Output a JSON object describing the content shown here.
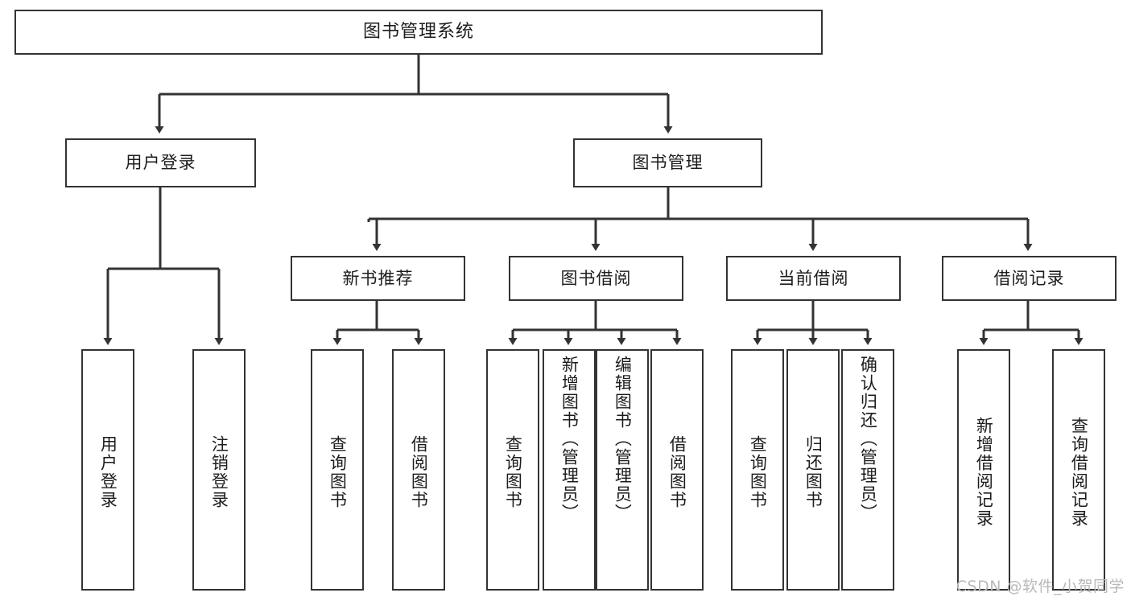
{
  "diagram": {
    "title": "图书管理系统",
    "type": "tree",
    "watermark": "CSDN @软件_小贺同学",
    "colors": {
      "stroke": "#333333",
      "fill": "#ffffff",
      "text": "#1c1c1c",
      "watermark": "#b9b9b9"
    },
    "root": {
      "label": "图书管理系统"
    },
    "level2": [
      {
        "id": "user-login",
        "label": "用户登录"
      },
      {
        "id": "book-manage",
        "label": "图书管理"
      }
    ],
    "level3": [
      {
        "id": "new-book-recommend",
        "label": "新书推荐"
      },
      {
        "id": "book-borrow",
        "label": "图书借阅"
      },
      {
        "id": "current-borrow",
        "label": "当前借阅"
      },
      {
        "id": "borrow-record",
        "label": "借阅记录"
      }
    ],
    "leaves": {
      "user_login": [
        {
          "id": "leaf-user-login",
          "label": "用户登录"
        },
        {
          "id": "leaf-user-logout",
          "label": "注销登录"
        }
      ],
      "new_book_recommend": [
        {
          "id": "leaf-query-book-1",
          "label": "查询图书"
        },
        {
          "id": "leaf-borrow-book-1",
          "label": "借阅图书"
        }
      ],
      "book_borrow": [
        {
          "id": "leaf-query-book-2",
          "label": "查询图书"
        },
        {
          "id": "leaf-add-book",
          "label": "新增图书（管理员）"
        },
        {
          "id": "leaf-edit-book",
          "label": "编辑图书（管理员）"
        },
        {
          "id": "leaf-borrow-book-2",
          "label": "借阅图书"
        }
      ],
      "current_borrow": [
        {
          "id": "leaf-query-book-3",
          "label": "查询图书"
        },
        {
          "id": "leaf-return-book",
          "label": "归还图书"
        },
        {
          "id": "leaf-confirm-return",
          "label": "确认归还（管理员）"
        }
      ],
      "borrow_record": [
        {
          "id": "leaf-add-record",
          "label": "新增借阅记录"
        },
        {
          "id": "leaf-query-record",
          "label": "查询借阅记录"
        }
      ]
    }
  }
}
